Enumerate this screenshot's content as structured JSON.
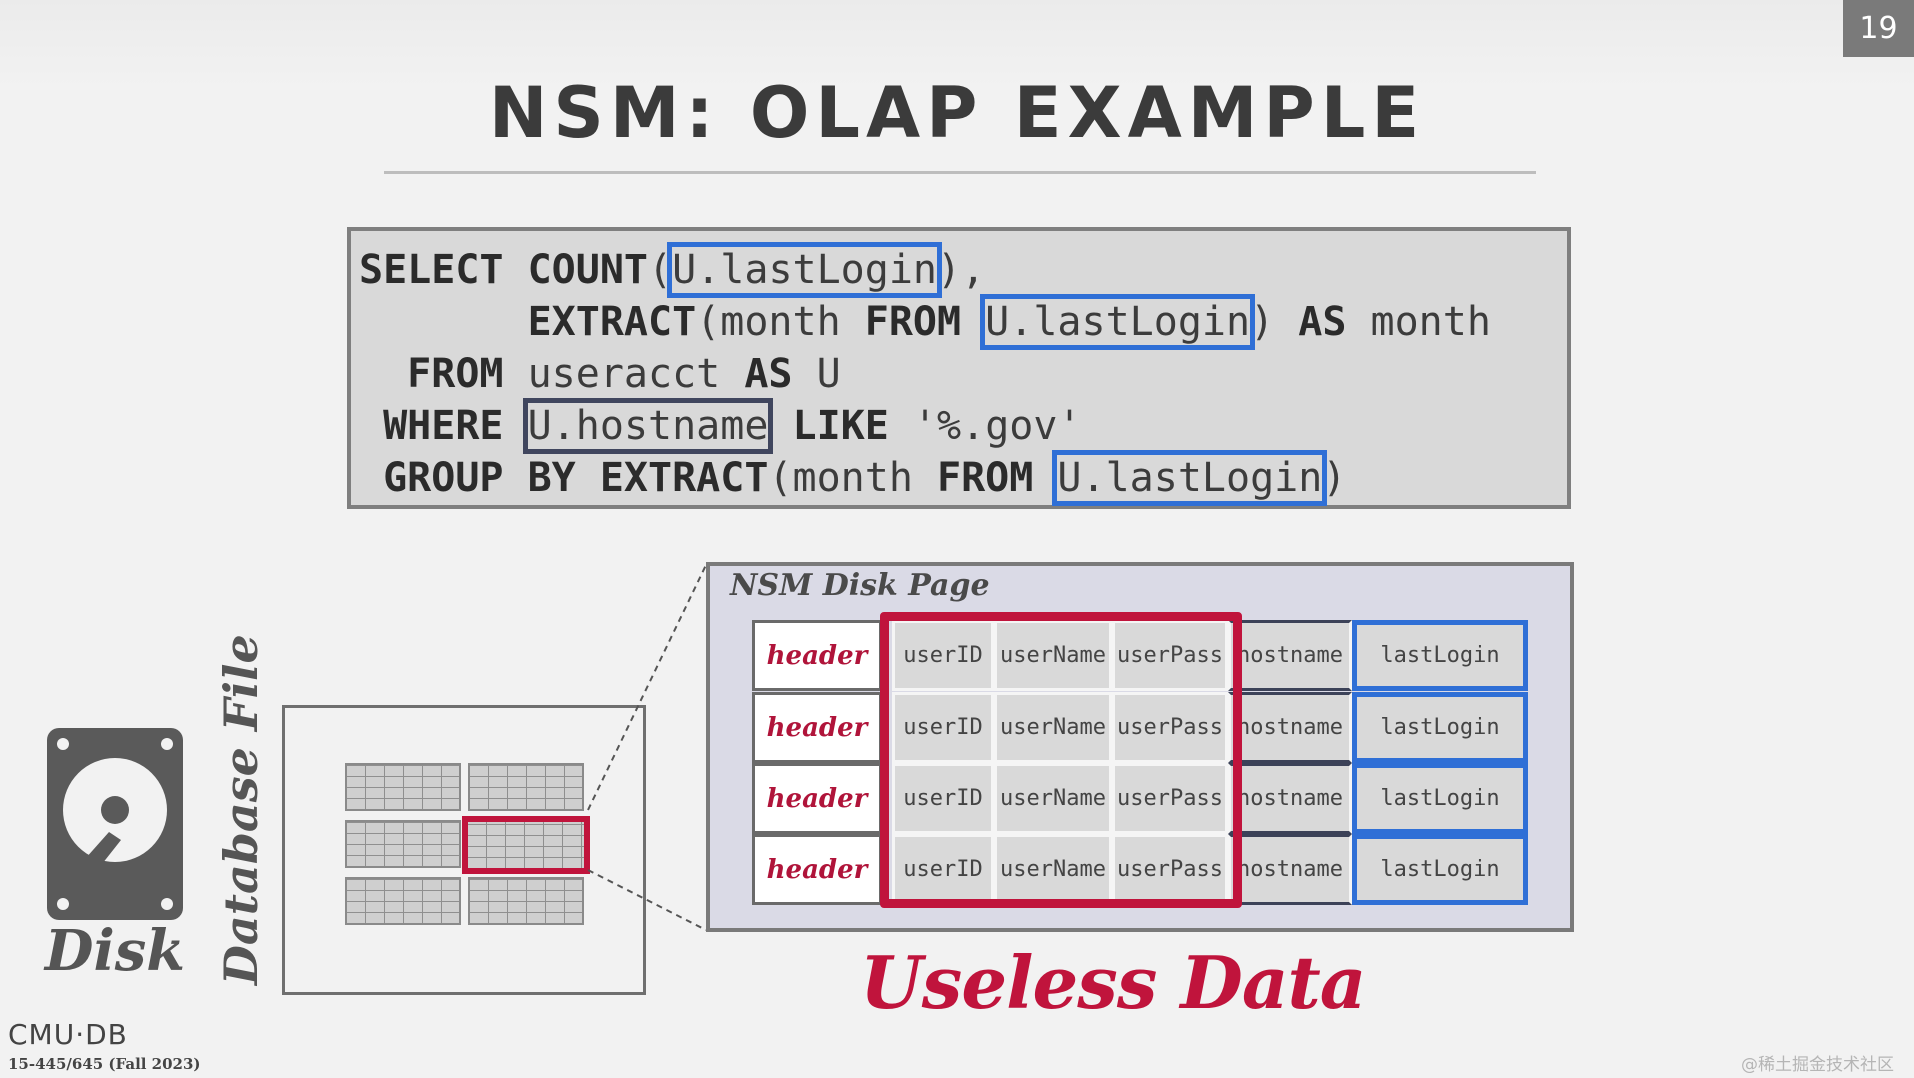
{
  "slide_number": "19",
  "title": "NSM: OLAP EXAMPLE",
  "sql": {
    "line1": {
      "kw1": "SELECT",
      "kw2": "COUNT",
      "open": "(",
      "col": "U.lastLogin",
      "close": "),"
    },
    "line2": {
      "kw1": "EXTRACT",
      "rest1": "(month ",
      "kw2": "FROM",
      "col": "U.lastLogin",
      "close": ")",
      "kw3": "AS",
      "alias": "month"
    },
    "line3": {
      "kw1": "FROM",
      "rest1": "useracct ",
      "kw2": "AS",
      "alias": "U"
    },
    "line4": {
      "kw1": "WHERE",
      "col": "U.hostname",
      "kw2": "LIKE",
      "lit": "'%.gov'"
    },
    "line5": {
      "kw1": "GROUP BY",
      "kw2": "EXTRACT",
      "rest1": "(month ",
      "kw3": "FROM",
      "col": "U.lastLogin",
      "close": ")"
    }
  },
  "disk_label": "Disk",
  "database_file_label": "Database File",
  "disk_page_title": "NSM Disk Page",
  "row_header": "header",
  "columns": [
    "userID",
    "userName",
    "userPass",
    "hostname",
    "lastLogin"
  ],
  "useless_label": "Useless Data",
  "footer": {
    "logo": "CMU·DB",
    "course": "15-445/645 (Fall 2023)"
  },
  "watermark": "@稀土掘金技术社区",
  "colors": {
    "accent_red": "#c0143c",
    "accent_blue": "#2f6fd6",
    "accent_navy": "#40465e"
  }
}
